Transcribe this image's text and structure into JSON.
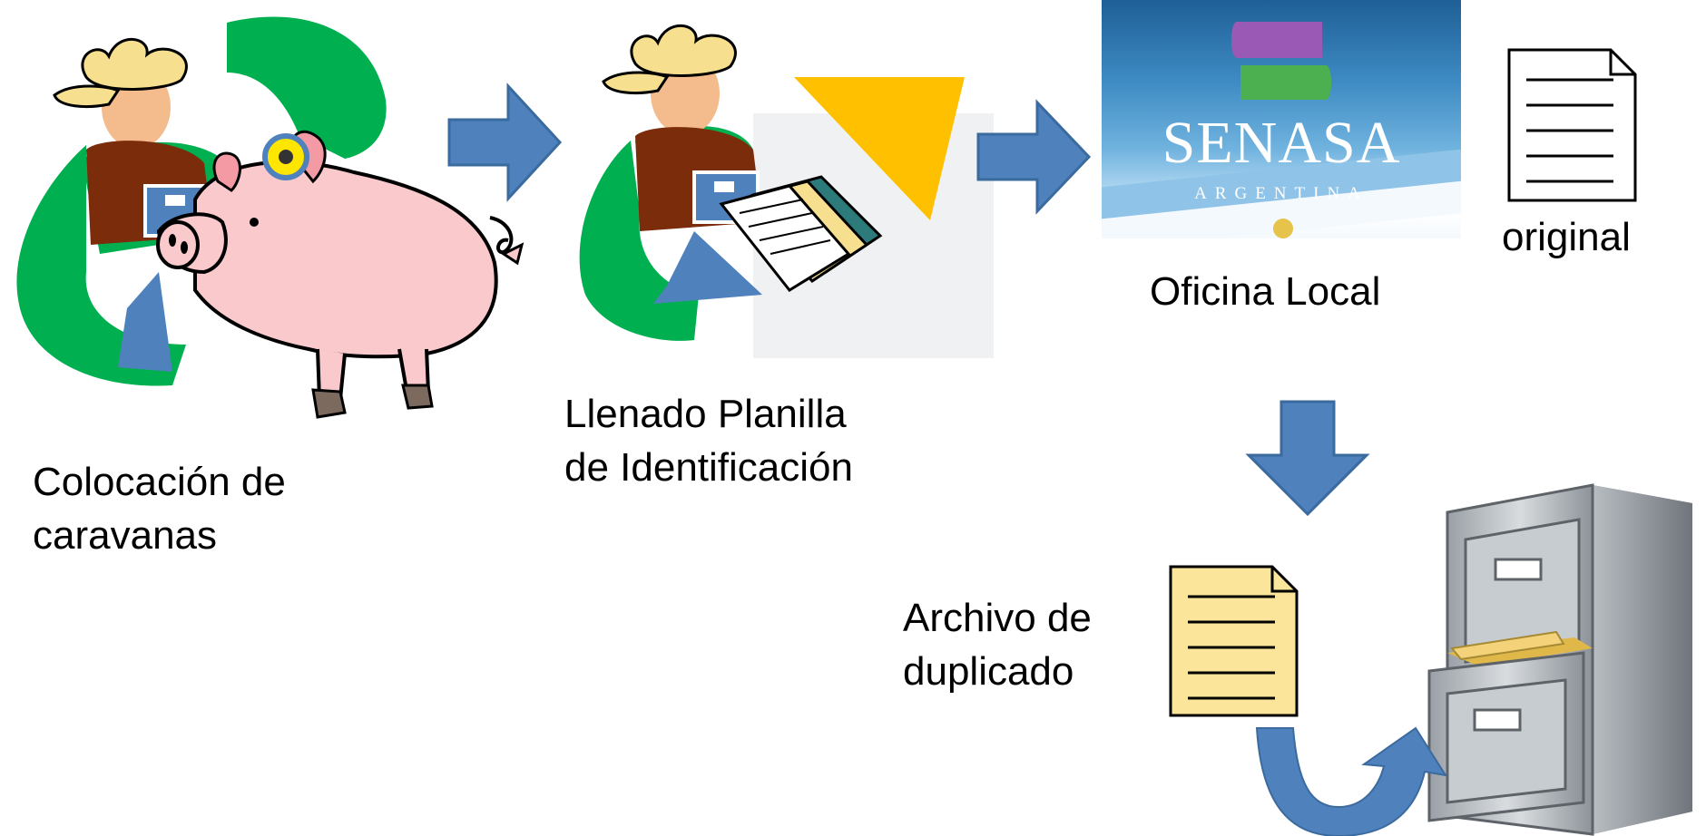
{
  "labels": {
    "step1": {
      "line1": "Colocación de",
      "line2": "caravanas"
    },
    "step2": {
      "line1": "Llenado Planilla",
      "line2": "de Identificación"
    },
    "office": "Oficina Local",
    "original": "original",
    "archive": {
      "line1": "Archivo de",
      "line2": "duplicado"
    }
  },
  "logo": {
    "name": "SENASA",
    "sub": "ARGENTINA"
  },
  "icons": [
    "farmer-icon",
    "pig-icon",
    "ear-tag-icon",
    "documents-icon",
    "arrow-right-icon",
    "senasa-logo",
    "document-icon",
    "arrow-down-icon",
    "filing-cabinet-icon",
    "curved-arrow-icon"
  ],
  "colors": {
    "arrow": "#4f81bd",
    "arrow_stroke": "#3a6a9e",
    "green": "#00b050",
    "gold": "#ffc000",
    "pig": "#f9c9cc",
    "logo_purple": "#9b59b6",
    "logo_green": "#4caf50",
    "note_yellow": "#fbe59a"
  }
}
